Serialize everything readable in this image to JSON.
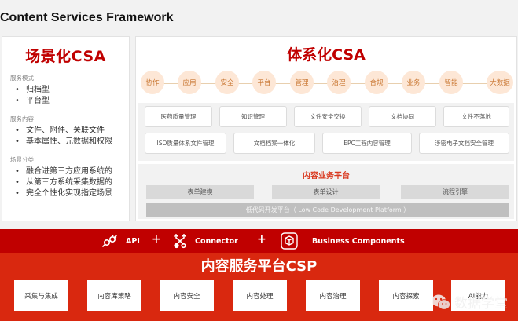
{
  "header": {
    "title": "Content Services Framework"
  },
  "left_panel": {
    "title": "场景化CSA",
    "sections": [
      {
        "label": "服务模式",
        "items": [
          "归档型",
          "平台型"
        ]
      },
      {
        "label": "服务内容",
        "items": [
          "文件、附件、关联文件",
          "基本属性、元数据和权限"
        ]
      },
      {
        "label": "场景分类",
        "items": [
          "融合进第三方应用系统的",
          "从第三方系统采集数据的",
          "完全个性化实现指定场景"
        ]
      }
    ]
  },
  "right_panel": {
    "title": "体系化CSA",
    "chain": [
      "协作",
      "应用",
      "安全",
      "平台",
      "管理",
      "治理",
      "合规",
      "业务",
      "智能",
      "大数据"
    ],
    "solutions_row1": [
      "医药质量管理",
      "知识管理",
      "文件安全交换",
      "文档协同",
      "文件不落地"
    ],
    "solutions_row2": [
      "ISO质量体系文件管理",
      "文档档案一体化",
      "EPC工程内容管理",
      "涉密电子文档安全管理"
    ],
    "business_platform": {
      "title": "内容业务平台",
      "cells": [
        "表单建模",
        "表单设计",
        "流程引擎"
      ],
      "low_code": "低代码开发平台（ Low Code Development Platform ）"
    }
  },
  "integration_bar": {
    "items": [
      {
        "icon": "plug-icon",
        "label": "API"
      },
      {
        "icon": "connector-icon",
        "label": "Connector"
      },
      {
        "icon": "cube-icon",
        "label": "Business  Components"
      }
    ],
    "separator": "+"
  },
  "csp": {
    "title": "内容服务平台CSP",
    "modules": [
      "采集与集成",
      "内容库策略",
      "内容安全",
      "内容处理",
      "内容治理",
      "内容探索",
      "AI能力"
    ]
  },
  "watermark": {
    "text": "数据学堂"
  },
  "colors": {
    "brand_red": "#c00000",
    "csp_red": "#d9280f",
    "chain_node": "#fde7d6",
    "chain_text": "#c8742e"
  }
}
